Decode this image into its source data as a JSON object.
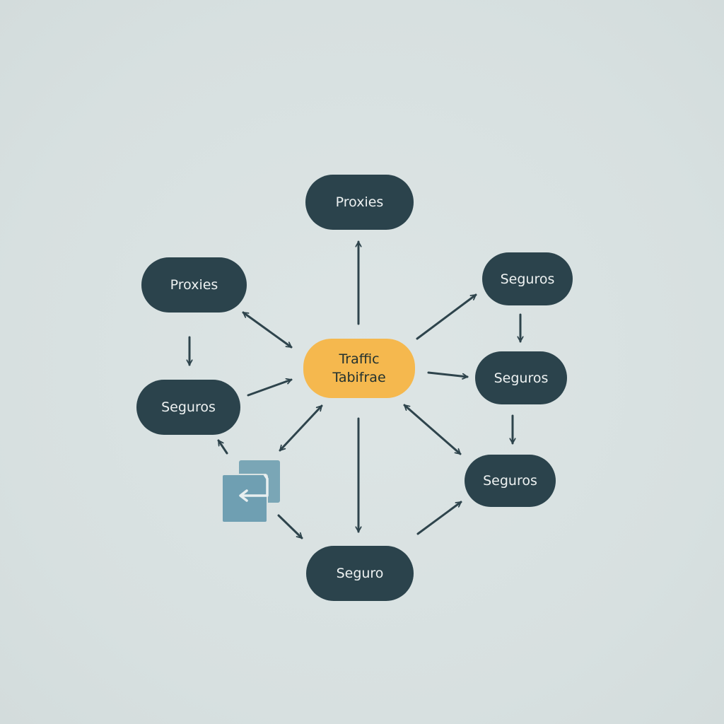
{
  "diagram": {
    "colors": {
      "background": "#d9e2e2",
      "node_fill": "#2b434c",
      "node_text": "#eef2f2",
      "center_fill": "#f5b84e",
      "center_text": "#22312f",
      "edge": "#2e444c",
      "icon_fill": "#6f9fb2"
    },
    "center": {
      "line1": "Traffic",
      "line2": "Tabifrae"
    },
    "nodes": [
      {
        "id": "top",
        "label": "Proxies"
      },
      {
        "id": "left-top",
        "label": "Proxies"
      },
      {
        "id": "left-mid",
        "label": "Seguros"
      },
      {
        "id": "right-top",
        "label": "Seguros"
      },
      {
        "id": "right-mid",
        "label": "Seguros"
      },
      {
        "id": "right-bottom",
        "label": "Seguros"
      },
      {
        "id": "bottom",
        "label": "Seguro"
      }
    ],
    "icon": {
      "name": "switch-windows-icon"
    },
    "edges": [
      {
        "from": "center",
        "to": "top",
        "type": "arrow"
      },
      {
        "from": "center",
        "to": "left-top",
        "type": "bidirectional"
      },
      {
        "from": "left-top",
        "to": "left-mid",
        "type": "arrow"
      },
      {
        "from": "left-mid",
        "to": "center",
        "type": "arrow"
      },
      {
        "from": "center",
        "to": "icon",
        "type": "bidirectional"
      },
      {
        "from": "icon",
        "to": "left-mid",
        "type": "arrow"
      },
      {
        "from": "icon",
        "to": "bottom",
        "type": "arrow"
      },
      {
        "from": "center",
        "to": "bottom",
        "type": "arrow"
      },
      {
        "from": "center",
        "to": "right-top",
        "type": "arrow"
      },
      {
        "from": "center",
        "to": "right-mid",
        "type": "arrow"
      },
      {
        "from": "right-top",
        "to": "right-mid",
        "type": "arrow"
      },
      {
        "from": "right-mid",
        "to": "right-bottom",
        "type": "arrow"
      },
      {
        "from": "center",
        "to": "right-bottom",
        "type": "bidirectional"
      },
      {
        "from": "bottom",
        "to": "right-bottom",
        "type": "arrow"
      }
    ]
  }
}
